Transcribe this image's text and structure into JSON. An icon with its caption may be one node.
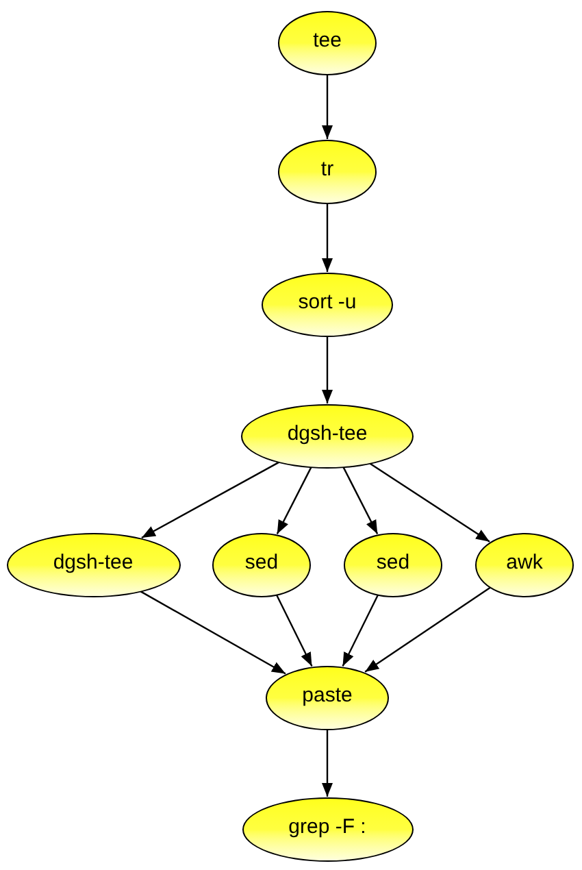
{
  "diagram": {
    "nodes": [
      {
        "text": [
          "tee"
        ]
      },
      {
        "text": [
          "tr"
        ]
      },
      {
        "text": [
          "sort -u"
        ]
      },
      {
        "text": [
          "dgsh-tee"
        ]
      },
      {
        "text": [
          "dgsh-tee"
        ]
      },
      {
        "text": [
          "sed"
        ]
      },
      {
        "text": [
          "sed"
        ]
      },
      {
        "text": [
          "awk"
        ]
      },
      {
        "text": [
          "paste"
        ]
      },
      {
        "text": [
          "grep -F :"
        ]
      }
    ],
    "edges": [
      {
        "from": 0,
        "to": 1,
        "arrow": "to"
      },
      {
        "from": 1,
        "to": 2,
        "arrow": "to"
      },
      {
        "from": 2,
        "to": 3,
        "arrow": "to"
      },
      {
        "from": 3,
        "to": 4,
        "arrow": "to"
      },
      {
        "from": 3,
        "to": 5,
        "arrow": "to"
      },
      {
        "from": 3,
        "to": 6,
        "arrow": "to"
      },
      {
        "from": 3,
        "to": 7,
        "arrow": "to"
      },
      {
        "from": 4,
        "to": 8,
        "arrow": "to"
      },
      {
        "from": 5,
        "to": 8,
        "arrow": "to"
      },
      {
        "from": 6,
        "to": 8,
        "arrow": "to"
      },
      {
        "from": 7,
        "to": 8,
        "arrow": "to"
      },
      {
        "from": 8,
        "to": 9,
        "arrow": "to"
      }
    ]
  }
}
